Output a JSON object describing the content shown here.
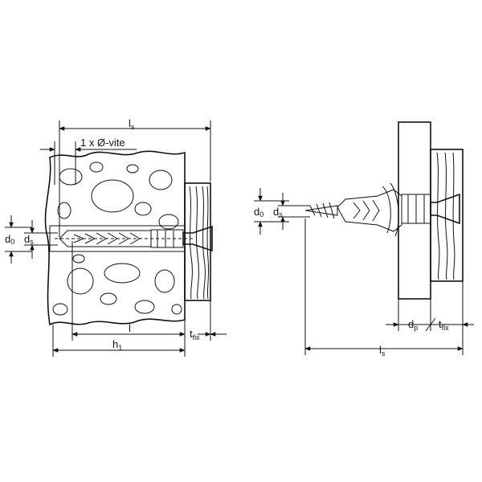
{
  "left_figure": {
    "ls": {
      "main": "l",
      "sub": "s"
    },
    "screw_diameter": "1 x Ø-vite",
    "d0": {
      "main": "d",
      "sub": "0"
    },
    "ds": {
      "main": "d",
      "sub": "s"
    },
    "l": "l",
    "tfix": {
      "main": "t",
      "sub": "fix"
    },
    "h1": {
      "main": "h",
      "sub": "1"
    }
  },
  "right_figure": {
    "d0": {
      "main": "d",
      "sub": "0"
    },
    "ds": {
      "main": "d",
      "sub": "s"
    },
    "dp": {
      "main": "d",
      "sub": "p"
    },
    "tfix": {
      "main": "t",
      "sub": "fix"
    },
    "ls": {
      "main": "l",
      "sub": "s"
    }
  },
  "colors": {
    "line": "#111111",
    "wood": "#ffffff",
    "stone_texture": "#bbbbbb",
    "panel_texture": "#d8d8d8"
  }
}
